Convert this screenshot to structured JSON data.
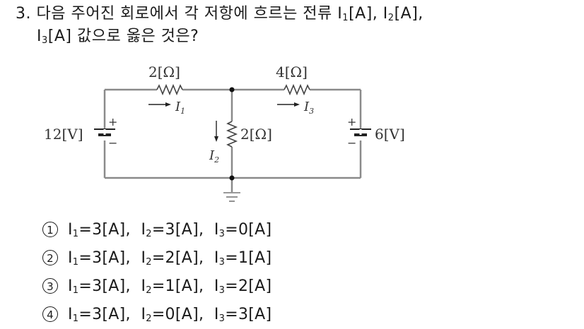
{
  "question": {
    "number": "3.",
    "line1_text": "다음 주어진 회로에서 각 저항에 흐르는 전류",
    "line1_vars": [
      {
        "sym": "I",
        "sub": "1",
        "unit": "[A],"
      },
      {
        "sym": "I",
        "sub": "2",
        "unit": "[A],"
      }
    ],
    "line2_var": {
      "sym": "I",
      "sub": "3",
      "unit": "[A]"
    },
    "line2_text": "값으로 옳은 것은?"
  },
  "circuit": {
    "source_left": {
      "label": "12[V]",
      "plus": "+",
      "minus": "−"
    },
    "source_right": {
      "label": "6[V]",
      "plus": "+",
      "minus": "−"
    },
    "r1": {
      "label": "2[Ω]",
      "current": "I",
      "current_sub": "1"
    },
    "r2": {
      "label": "2[Ω]",
      "current": "I",
      "current_sub": "2"
    },
    "r3": {
      "label": "4[Ω]",
      "current": "I",
      "current_sub": "3"
    },
    "wire_color": "#8a8a8a",
    "ground": "ground-symbol"
  },
  "options": [
    {
      "marker": "1",
      "i1": "3",
      "i2": "3",
      "i3": "0"
    },
    {
      "marker": "2",
      "i1": "3",
      "i2": "2",
      "i3": "1"
    },
    {
      "marker": "3",
      "i1": "3",
      "i2": "1",
      "i3": "2"
    },
    {
      "marker": "4",
      "i1": "3",
      "i2": "0",
      "i3": "3"
    }
  ],
  "option_format": {
    "sym": "I",
    "unit": "[A]",
    "sep": ","
  }
}
